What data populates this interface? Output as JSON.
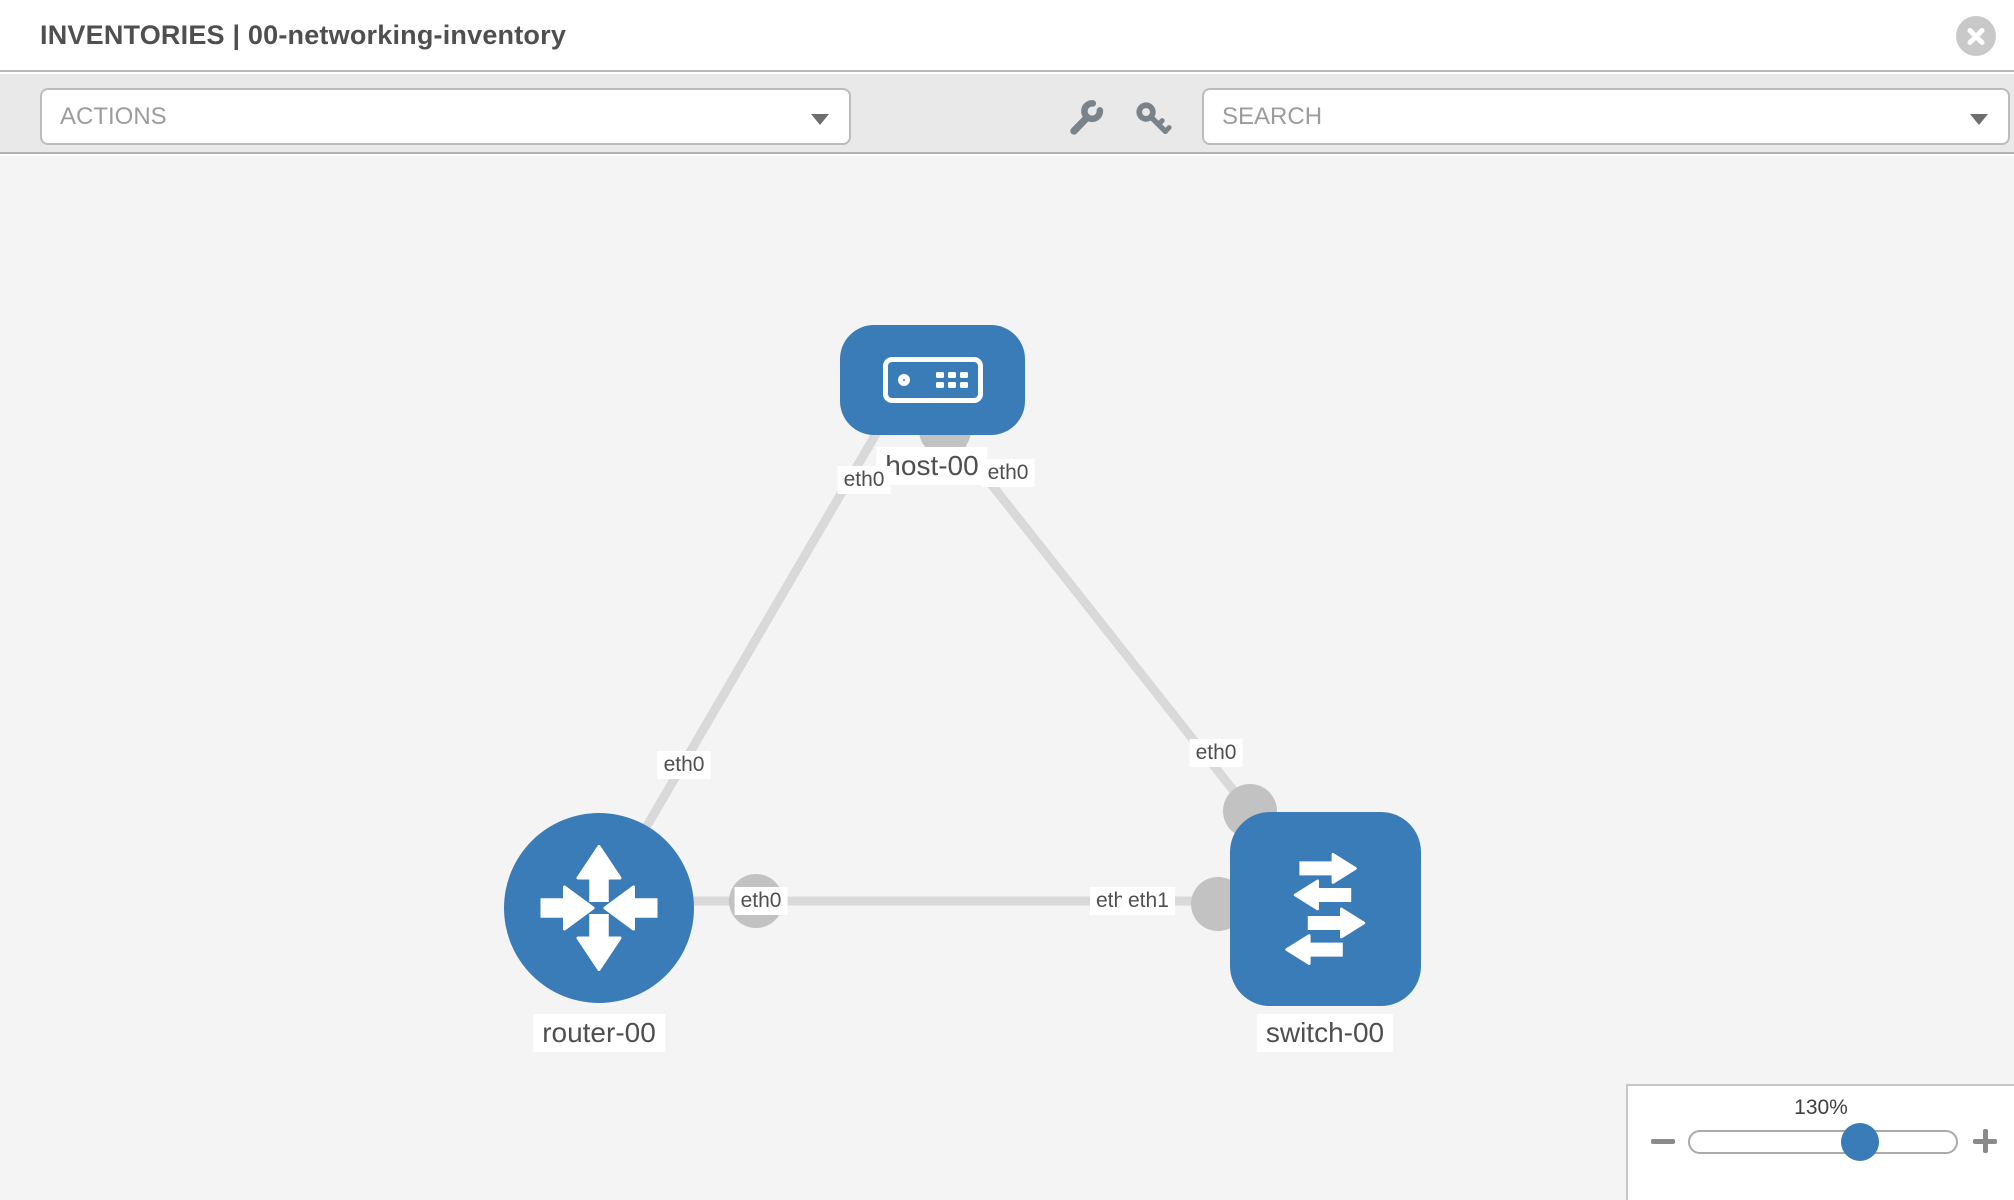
{
  "header": {
    "title": "INVENTORIES | 00-networking-inventory"
  },
  "toolbar": {
    "actions": {
      "label": "ACTIONS"
    },
    "search": {
      "label": "SEARCH"
    },
    "icons": [
      "wrench-icon",
      "key-icon"
    ]
  },
  "topology": {
    "nodes": [
      {
        "label": "host-00",
        "type": "host"
      },
      {
        "label": "router-00",
        "type": "router"
      },
      {
        "label": "switch-00",
        "type": "switch"
      }
    ],
    "links": [
      {
        "from": "host-00",
        "from_port": "eth0",
        "to": "router-00",
        "to_port": "eth0"
      },
      {
        "from": "host-00",
        "from_port": "eth0",
        "to": "switch-00",
        "to_port": "eth0"
      },
      {
        "from": "router-00",
        "from_port": "eth0",
        "to": "switch-00",
        "to_port": "eth1"
      }
    ],
    "port_labels": [
      {
        "text": "eth0"
      },
      {
        "text": "eth0"
      },
      {
        "text": "eth0"
      },
      {
        "text": "eth0"
      },
      {
        "text": "eth0"
      },
      {
        "text": "eth0"
      },
      {
        "text": "eth1"
      }
    ]
  },
  "zoom": {
    "value": "130%",
    "percent": 64
  },
  "colors": {
    "node_blue": "#3a7cb8",
    "link_gray": "#d9d9d9",
    "port_gray": "#c2c2c2",
    "toolbar_gray": "#e9e9e9",
    "canvas_gray": "#f4f4f4"
  }
}
